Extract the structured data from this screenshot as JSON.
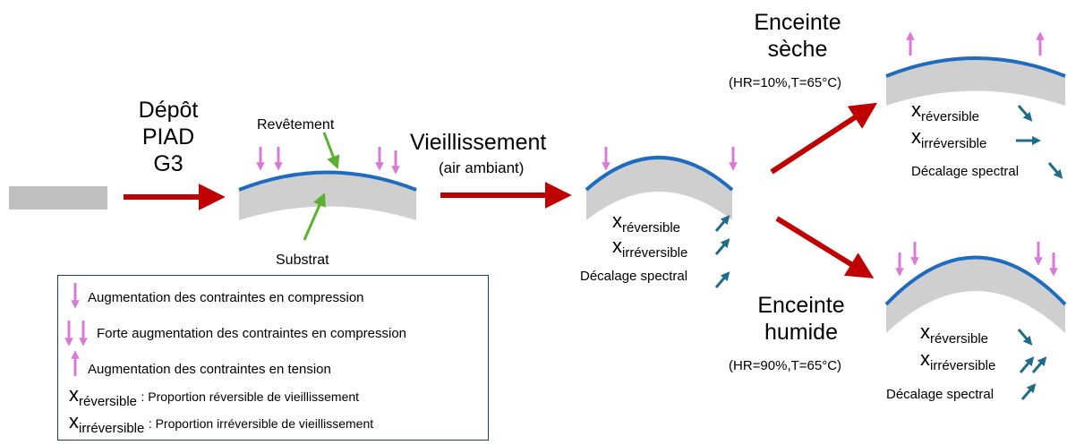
{
  "colors": {
    "arrow_red": "#c00000",
    "coating_blue": "#1f6bc0",
    "substrate_gray": "#cfcfcf",
    "stress_pink": "#d97ad6",
    "trend_teal": "#1f6b8a",
    "label_green": "#5ab030",
    "legend_border": "#1f3a5a"
  },
  "icons": [
    "pink-down-arrow-icon",
    "pink-up-arrow-icon",
    "teal-trend-arrow-icon",
    "red-process-arrow-icon",
    "green-pointer-arrow-icon"
  ],
  "step1": {
    "line1": "Dépôt",
    "line2": "PIAD",
    "line3": "G3"
  },
  "labels": {
    "coating": "Revêtement",
    "substrate": "Substrat"
  },
  "step2": {
    "title": "Vieillissement",
    "subtitle": "(air ambiant)"
  },
  "x_base": "x",
  "sub_rev": "réversible",
  "sub_irr": "irréversible",
  "spectral": "Décalage spectral",
  "dry": {
    "line1": "Enceinte",
    "line2": "sèche",
    "conditions": "(HR=10%,T=65°C)"
  },
  "humid": {
    "line1": "Enceinte",
    "line2": "humide",
    "conditions": "(HR=90%,T=65°C)"
  },
  "legend": {
    "compression": "Augmentation des contraintes en compression",
    "strong_compression": "Forte augmentation des contraintes en compression",
    "tension": "Augmentation des contraintes en tension",
    "rev_desc": ": Proportion réversible de vieillissement",
    "irr_desc": ": Proportion irréversible de vieillissement"
  }
}
